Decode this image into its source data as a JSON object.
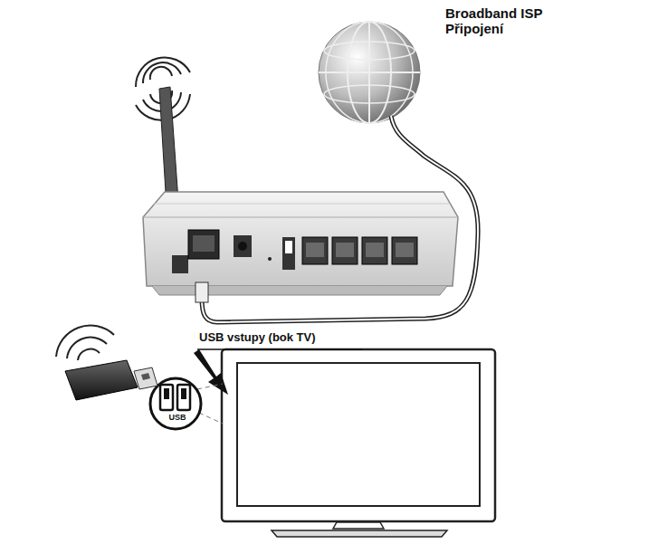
{
  "diagram": {
    "labels": [
      "Broadband ISP Připojení",
      "USB vstupy (bok TV)",
      "USB"
    ]
  }
}
